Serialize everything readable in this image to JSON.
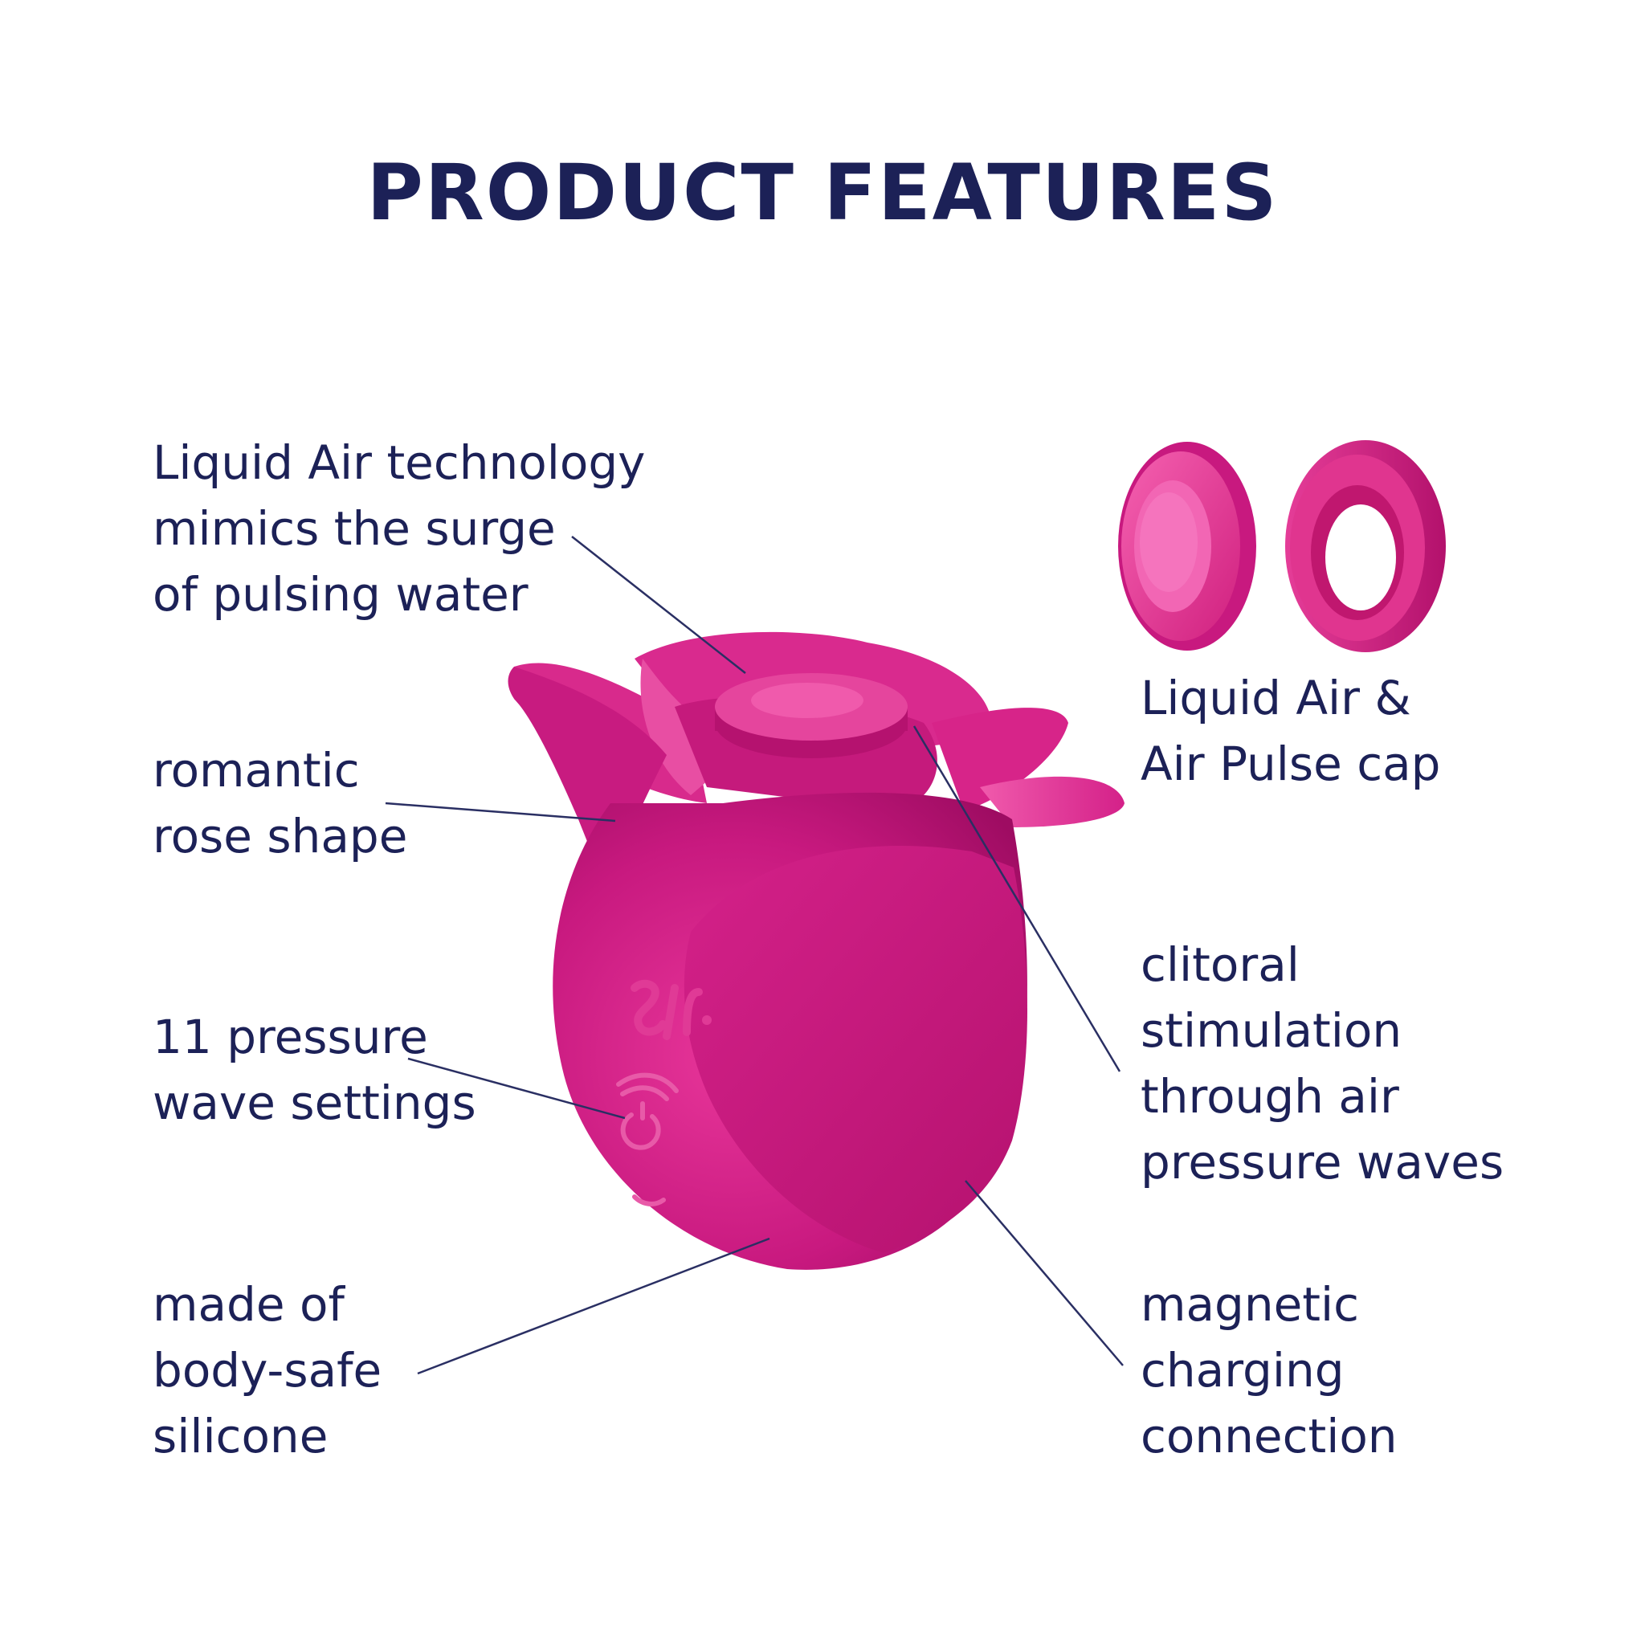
{
  "title": "PRODUCT FEATURES",
  "features": {
    "liquid_air": [
      "Liquid Air technology",
      "mimics the surge",
      "of pulsing water"
    ],
    "rose_shape": [
      "romantic",
      "rose shape"
    ],
    "pressure_settings": [
      "11 pressure",
      "wave settings"
    ],
    "silicone": [
      "made of",
      "body-safe",
      "silicone"
    ],
    "caps": [
      "Liquid Air &",
      "Air Pulse cap"
    ],
    "stimulation": [
      "clitoral",
      "stimulation",
      "through air",
      "pressure waves"
    ],
    "charging": [
      "magnetic",
      "charging",
      "connection"
    ]
  },
  "colors": {
    "text": "#1c2157",
    "leader_line": "#2a2f63",
    "product_base": "#c8197f",
    "product_light": "#ee4fa6",
    "product_dark": "#a30f66",
    "emboss": "#e03a96"
  }
}
